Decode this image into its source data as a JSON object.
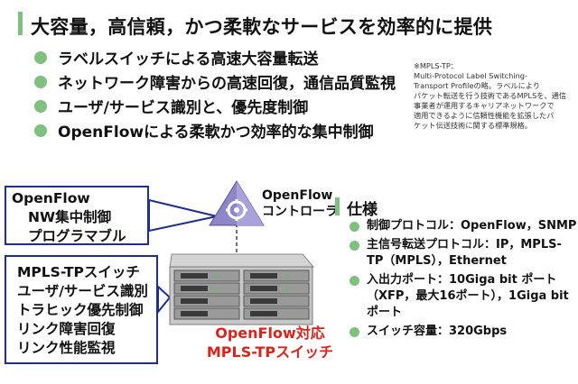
{
  "header": {
    "title": "大容量，高信頼，かつ柔軟なサービスを効率的に提供"
  },
  "bullets": [
    "ラベルスイッチによる高速大容量転送",
    "ネットワーク障害からの高速回復，通信品質監視",
    "ユーザ/サービス識別と、優先度制御",
    "OpenFlowによる柔軟かつ効率的な集中制御"
  ],
  "note": {
    "lines": [
      "※MPLS-TP：",
      "Multi-Protocol Label Switching-",
      "Transport Profileの略。ラベルにより",
      "パケット転送を行う技術であるMPLSを、通信",
      "事業者が運用するキャリアネットワークで",
      "適用できるように信頼性機能を拡張したパ",
      "ケット伝送技術に関する標準規格。"
    ]
  },
  "openflow_box": {
    "lines": [
      "OpenFlow",
      "NW集中制御",
      "プログラマブル"
    ]
  },
  "switch_box": {
    "lines": [
      "MPLS-TPスイッチ",
      "ユーザ/サービス識別",
      "トラヒック優先制御",
      "リンク障害回復",
      "リンク性能監視"
    ]
  },
  "controller": {
    "lines": [
      "OpenFlow",
      "コントローラ"
    ]
  },
  "switch_label": {
    "lines": [
      "OpenFlow対応",
      "MPLS-TPスイッチ"
    ]
  },
  "spec": {
    "title": "仕様",
    "items": [
      [
        "制御プロトコル：OpenFlow，SNMP"
      ],
      [
        "主信号転送プロトコル：IP，MPLS-",
        "TP（MPLS），Ethernet"
      ],
      [
        "入出力ポート：10Giga bit ポート",
        "（XFP，最大16ポート），1Giga bit",
        "ポート"
      ],
      [
        "スイッチ容量：320Gbps"
      ]
    ]
  },
  "colors": {
    "accent_green": "#7fc07f",
    "box_border": "#1f2f8f",
    "switch_label_red": "#d9241c",
    "controller_purple": "#8e86c8"
  }
}
